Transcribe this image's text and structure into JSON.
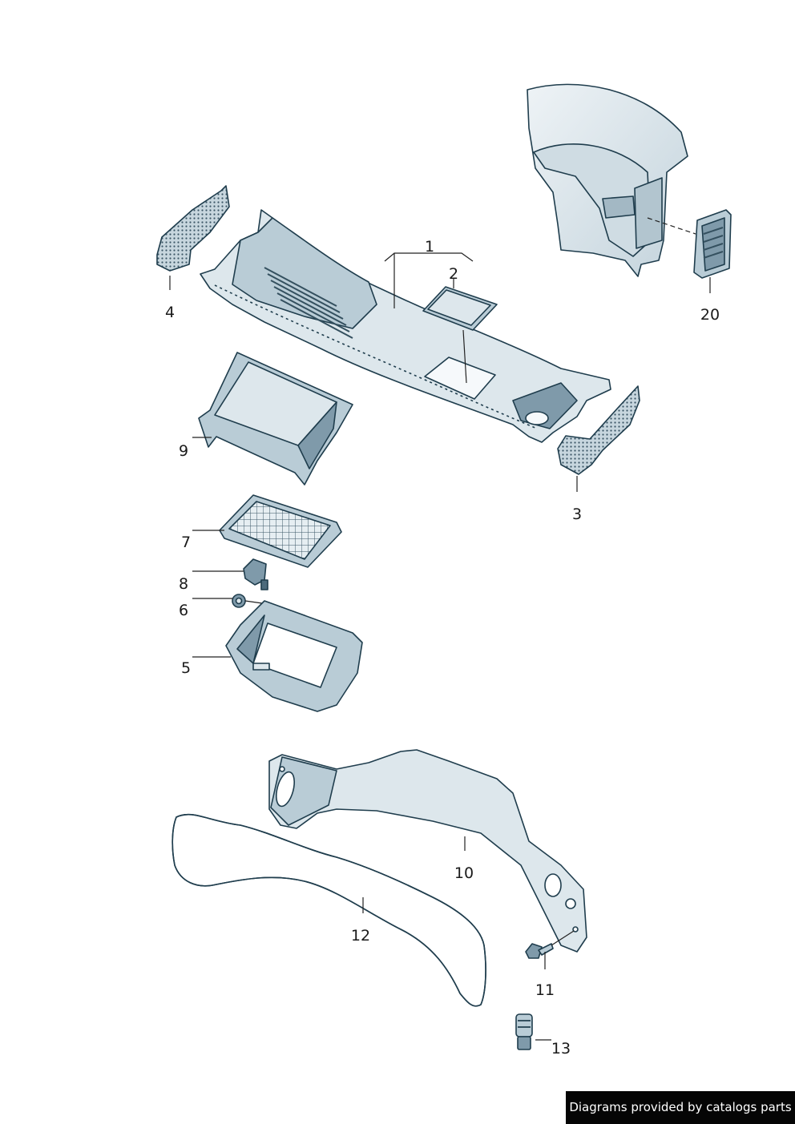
{
  "callouts": {
    "p1": "1",
    "p2": "2",
    "p3": "3",
    "p4": "4",
    "p5": "5",
    "p6": "6",
    "p7": "7",
    "p8": "8",
    "p9": "9",
    "p10": "10",
    "p11": "11",
    "p12": "12",
    "p13": "13",
    "p20": "20"
  },
  "credit": "Diagrams provided by catalogs parts",
  "colors": {
    "part_light": "#dde7ec",
    "part_mid": "#b9ccd6",
    "part_dark": "#7f9aaa",
    "outline": "#1f3d4d"
  }
}
